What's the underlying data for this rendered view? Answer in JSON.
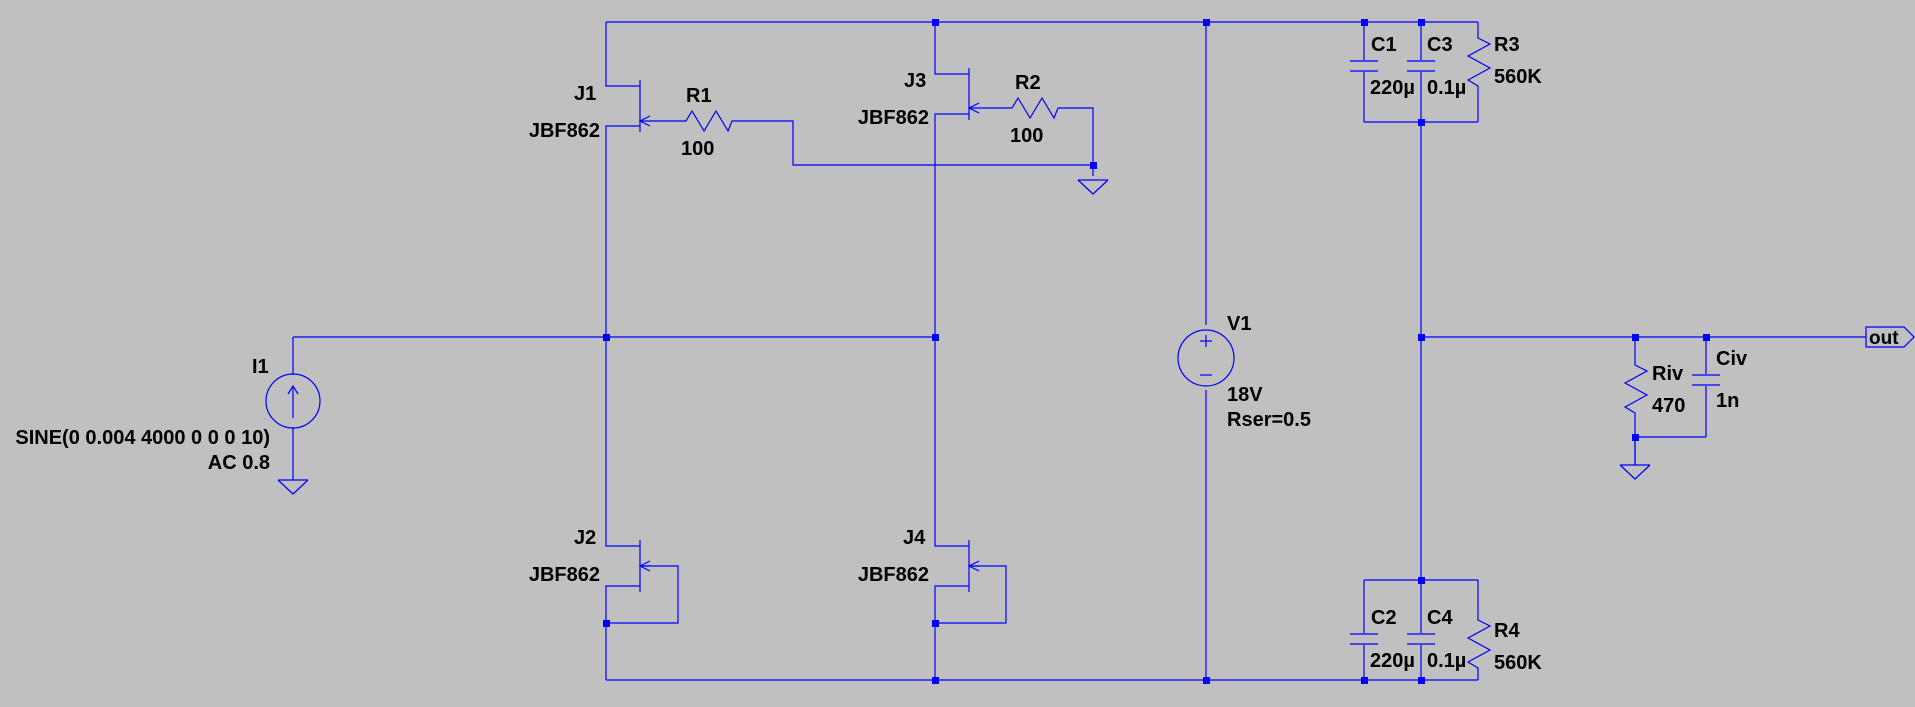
{
  "components": {
    "J1": {
      "name": "J1",
      "model": "JBF862"
    },
    "J2": {
      "name": "J2",
      "model": "JBF862"
    },
    "J3": {
      "name": "J3",
      "model": "JBF862"
    },
    "J4": {
      "name": "J4",
      "model": "JBF862"
    },
    "R1": {
      "name": "R1",
      "value": "100"
    },
    "R2": {
      "name": "R2",
      "value": "100"
    },
    "R3": {
      "name": "R3",
      "value": "560K"
    },
    "R4": {
      "name": "R4",
      "value": "560K"
    },
    "C1": {
      "name": "C1",
      "value": "220µ"
    },
    "C2": {
      "name": "C2",
      "value": "220µ"
    },
    "C3": {
      "name": "C3",
      "value": "0.1µ"
    },
    "C4": {
      "name": "C4",
      "value": "0.1µ"
    },
    "V1": {
      "name": "V1",
      "value": "18V",
      "param": "Rser=0.5"
    },
    "I1": {
      "name": "I1",
      "value": "SINE(0 0.004 4000 0 0 0 10)",
      "ac": "AC 0.8"
    },
    "Riv": {
      "name": "Riv",
      "value": "470"
    },
    "Civ": {
      "name": "Civ",
      "value": "1n"
    }
  },
  "ports": {
    "out": "out"
  },
  "colors": {
    "background": "#c0c0c0",
    "wire": "#0000ff",
    "text": "#000000"
  }
}
